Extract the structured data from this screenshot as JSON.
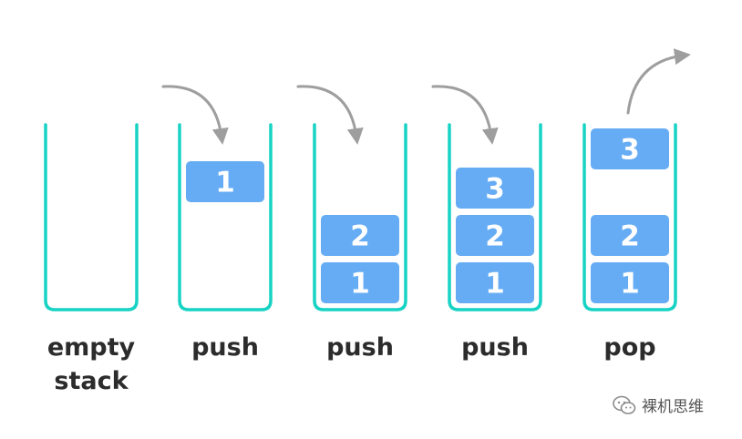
{
  "colors": {
    "container": "#17d3c4",
    "block": "#66acf4",
    "block_text": "#ffffff",
    "arrow": "#9e9e9e",
    "caption": "#2c2c2c"
  },
  "stacks": [
    {
      "caption_lines": [
        "empty",
        "stack"
      ],
      "blocks": [],
      "operation": null
    },
    {
      "caption_lines": [
        "push"
      ],
      "blocks": [
        "1"
      ],
      "operation": "push"
    },
    {
      "caption_lines": [
        "push"
      ],
      "blocks": [
        "1",
        "2"
      ],
      "operation": "push"
    },
    {
      "caption_lines": [
        "push"
      ],
      "blocks": [
        "1",
        "2",
        "3"
      ],
      "operation": "push"
    },
    {
      "caption_lines": [
        "pop"
      ],
      "blocks": [
        "1",
        "2",
        "3"
      ],
      "operation": "pop"
    }
  ],
  "watermark": {
    "icon": "wechat-icon",
    "text": "裸机思维"
  }
}
